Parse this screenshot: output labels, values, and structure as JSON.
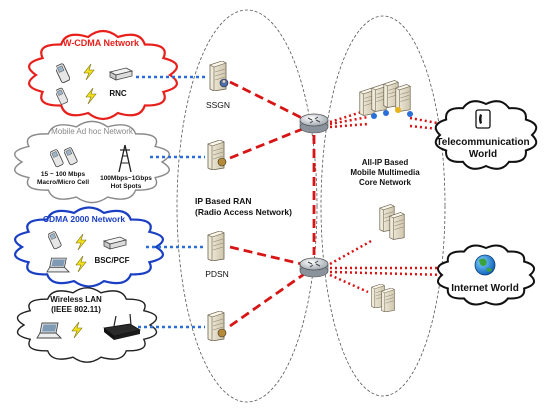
{
  "networks": {
    "wcdma": {
      "title": "W-CDMA Network",
      "device_label": "RNC"
    },
    "adhoc": {
      "title": "Mobile Ad hoc Network",
      "cell_label_1": "15 ~ 100 Mbps",
      "cell_label_2": "Macro/Micro Cell",
      "hotspot_label_1": "100Mbps~1Gbps",
      "hotspot_label_2": "Hot Spots"
    },
    "cdma2000": {
      "title": "CDMA 2000 Network",
      "device_label": "BSC/PCF"
    },
    "wlan": {
      "title_1": "Wireless LAN",
      "title_2": "(IEEE 802.11)"
    }
  },
  "ran": {
    "sgsn_label": "SSGN",
    "pdsn_label": "PDSN",
    "title_1": "IP Based RAN",
    "title_2": "(Radio Access Network)"
  },
  "core": {
    "title_1": "All-IP Based",
    "title_2": "Mobile Multimedia",
    "title_3": "Core Network"
  },
  "worlds": {
    "telecom_1": "Telecommunication",
    "telecom_2": "World",
    "internet": "Internet World"
  },
  "colors": {
    "wcdma_cloud": "#e8201c",
    "cdma_cloud": "#1a3fc4",
    "gray_cloud": "#8a8a8a",
    "black_cloud": "#222222",
    "ran_link": "#d81414",
    "access_link": "#2a6ed8",
    "core_link": "#d81414"
  }
}
